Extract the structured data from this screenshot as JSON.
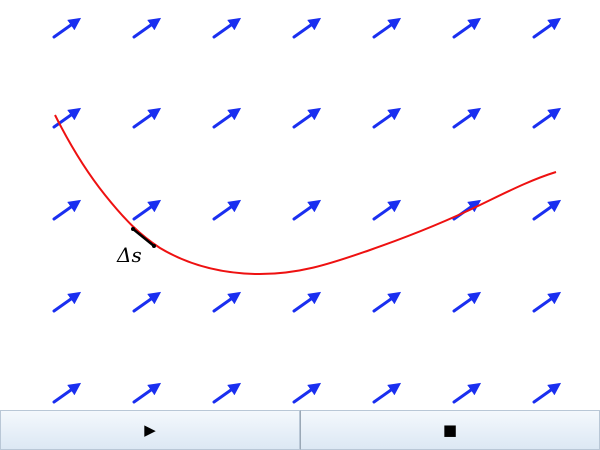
{
  "colors": {
    "vector": "#1a2ff0",
    "curve": "#ee1111",
    "segment": "#000000",
    "button_top": "#f4f8fc",
    "button_bottom": "#dce8f4"
  },
  "field": {
    "rows": 5,
    "cols": 7,
    "direction": "up-right"
  },
  "curve_label": "Δs",
  "controls": {
    "play": {
      "icon": "play-icon",
      "label": "▶"
    },
    "stop": {
      "icon": "stop-icon",
      "label": "■"
    }
  }
}
